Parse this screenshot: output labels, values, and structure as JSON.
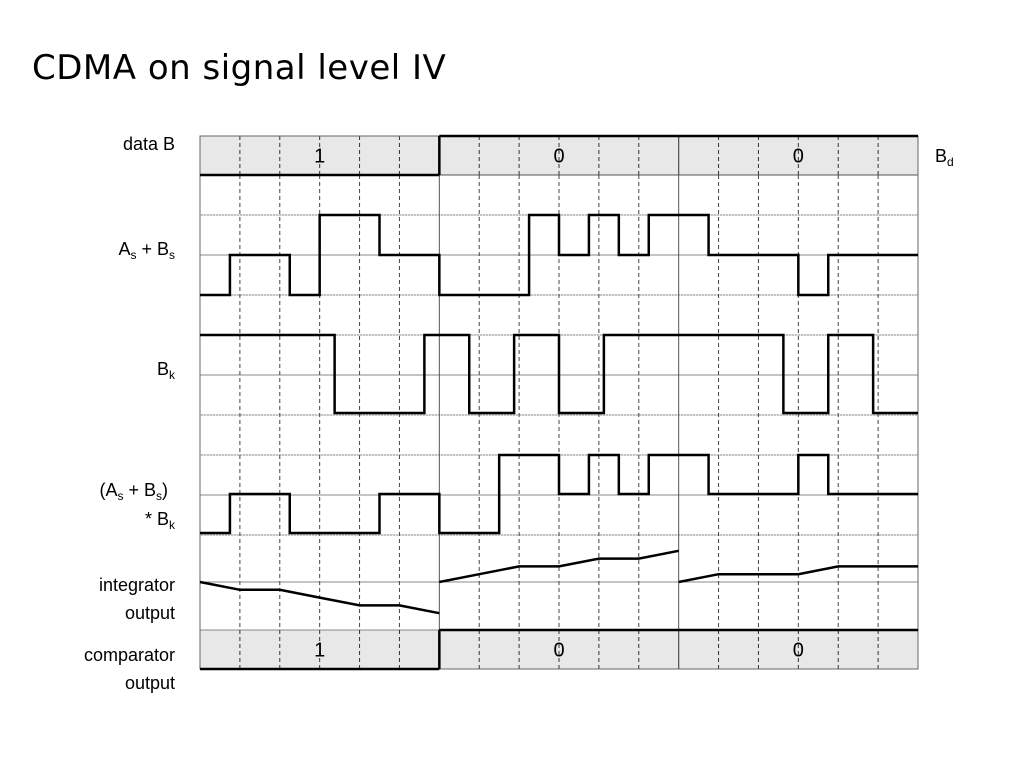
{
  "title": "CDMA on signal level IV",
  "rows": {
    "data_b": {
      "label": "data B",
      "bits": [
        "1",
        "0",
        "0"
      ],
      "side_label": {
        "main": "B",
        "sub": "d"
      }
    },
    "sum_signal": {
      "label_parts": [
        {
          "text": "A"
        },
        {
          "text": "s",
          "sub": true
        },
        {
          "text": " + B"
        },
        {
          "text": "s",
          "sub": true
        }
      ],
      "levels": [
        -1,
        0,
        0,
        -1,
        1,
        1,
        0,
        0,
        -1,
        -1,
        -1,
        1,
        0,
        1,
        0,
        1,
        1,
        0,
        0,
        0,
        -1,
        0,
        0,
        0
      ]
    },
    "key": {
      "label_parts": [
        {
          "text": "B"
        },
        {
          "text": "k",
          "sub": true
        }
      ],
      "levels": [
        1,
        1,
        1,
        -1,
        -1,
        1,
        -1,
        1,
        -1,
        1,
        1,
        1,
        1,
        -1,
        1,
        -1
      ]
    },
    "product": {
      "label_line1": [
        {
          "text": "(A"
        },
        {
          "text": "s",
          "sub": true
        },
        {
          "text": " + B"
        },
        {
          "text": "s",
          "sub": true
        },
        {
          "text": ")"
        }
      ],
      "label_line2": [
        {
          "text": "* B"
        },
        {
          "text": "k",
          "sub": true
        }
      ],
      "levels": [
        -1,
        0,
        0,
        -1,
        -1,
        -1,
        0,
        0,
        -1,
        -1,
        1,
        1,
        0,
        1,
        0,
        1,
        1,
        0,
        0,
        0,
        1,
        0,
        0,
        0
      ]
    },
    "integrator": {
      "label_line1": "integrator",
      "label_line2": "output",
      "per_bit_start": [
        0,
        0,
        0
      ],
      "steps": [
        -1,
        0,
        -1,
        -1,
        0,
        -1,
        1,
        1,
        0,
        1,
        0,
        1,
        1,
        0,
        0,
        1
      ]
    },
    "comparator": {
      "label_line1": "comparator",
      "label_line2": "output",
      "bits": [
        "1",
        "0",
        "0"
      ]
    }
  },
  "colors": {
    "bit_fill": "#e8e8e8",
    "line": "#000000",
    "grid": "#999999",
    "grid_dotted": "#bbbbbb"
  }
}
